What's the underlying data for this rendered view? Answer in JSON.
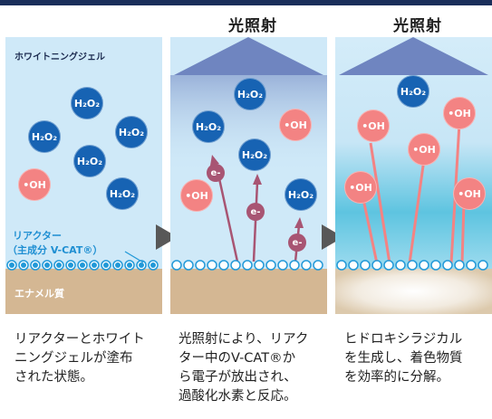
{
  "titles": [
    "光照射",
    "光照射"
  ],
  "panel1": {
    "gel_label": "ホワイトニングジェル",
    "reactor_label": "リアクター",
    "reactor_sub": "（主成分 V-CAT®）",
    "enamel_label": "エナメル質",
    "molecules": [
      "H₂O₂",
      "H₂O₂",
      "H₂O₂",
      "H₂O₂",
      "H₂O₂",
      "•OH"
    ]
  },
  "panel2": {
    "molecules": [
      "H₂O₂",
      "H₂O₂",
      "•OH",
      "•OH",
      "H₂O₂"
    ],
    "electron": "e-"
  },
  "panel3": {
    "molecules": [
      "H₂O₂",
      "•OH",
      "•OH",
      "•OH",
      "•OH",
      "•OH"
    ]
  },
  "captions": [
    "リアクターとホワイト\nニングジェルが塗布\nされた状態。",
    "光照射により、リアク\nター中のV-CAT®か\nら電子が放出され、\n過酸化水素と反応。",
    "ヒドロキシラジカル\nを生成し、着色物質\nを効率的に分解。"
  ],
  "colors": {
    "gel": "#cfe9f8",
    "enamel": "#d4b793",
    "h2o2": "#1763b3",
    "oh": "#f38383",
    "electron": "#a85573",
    "light": "#6f85c0",
    "bar": "#1a2e5a"
  }
}
